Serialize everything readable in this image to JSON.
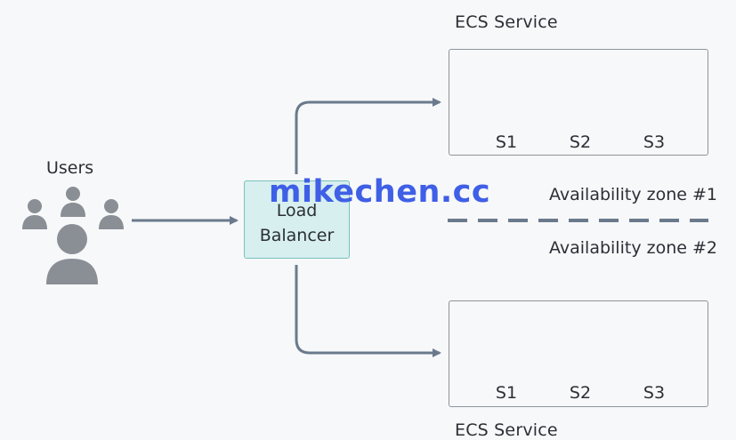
{
  "users": {
    "label": "Users"
  },
  "load_balancer": {
    "line1": "Load",
    "line2": "Balancer"
  },
  "watermark": "mikechen.cc",
  "zones": {
    "zone1": "Availability zone #1",
    "zone2": "Availability zone #2"
  },
  "services": {
    "top": {
      "title": "ECS Service",
      "items": [
        "S1",
        "S2",
        "S3"
      ]
    },
    "bottom": {
      "title": "ECS Service",
      "items": [
        "S1",
        "S2",
        "S3"
      ]
    }
  },
  "colors": {
    "docker_blue": "#1a63ad",
    "arrow_gray": "#6a7a8c",
    "user_gray": "#8a8f96",
    "lb_fill": "#d7efef",
    "lb_border": "#7bbfbd",
    "watermark": "#3f5fe6"
  }
}
